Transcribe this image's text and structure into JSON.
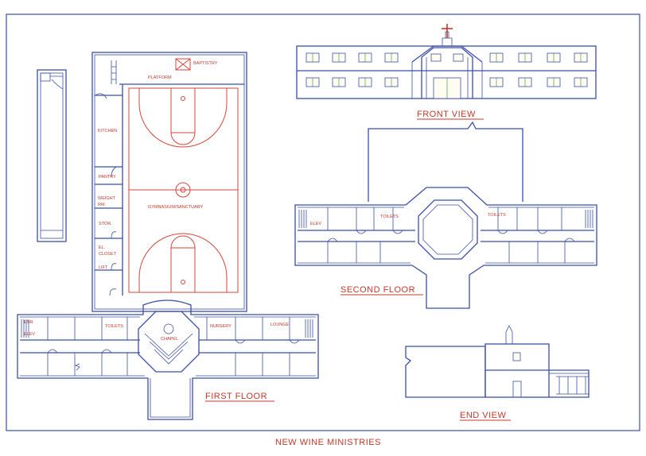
{
  "sheet_title": "NEW WINE MINISTRIES",
  "views": {
    "front": "FRONT VIEW",
    "second": "SECOND FLOOR",
    "first": "FIRST FLOOR",
    "end": "END VIEW"
  },
  "rooms": {
    "baptistry": "BAPTISTRY",
    "platform": "PLATFORM",
    "kitchen": "KITCHEN",
    "pantry": "PANTRY",
    "weight_line1": "WEIGHT",
    "weight_line2": "RM.",
    "stor": "STOR.",
    "el_line1": "EL.",
    "el_line2": "CLOSET",
    "lift": "LIFT",
    "gym": "GYMNASIUM/SANCTUARY",
    "toilets": "TOILETS",
    "chapel": "CHAPEL",
    "nursery": "NURSERY",
    "lounge": "LOUNGE",
    "mech": "ENR",
    "elev": "ELEV"
  },
  "colors": {
    "line": "#3b4fa8",
    "court": "#d6453a",
    "text": "#c0392b",
    "window_frame": "#2c8a3e"
  },
  "icons": [
    "cross-icon"
  ]
}
